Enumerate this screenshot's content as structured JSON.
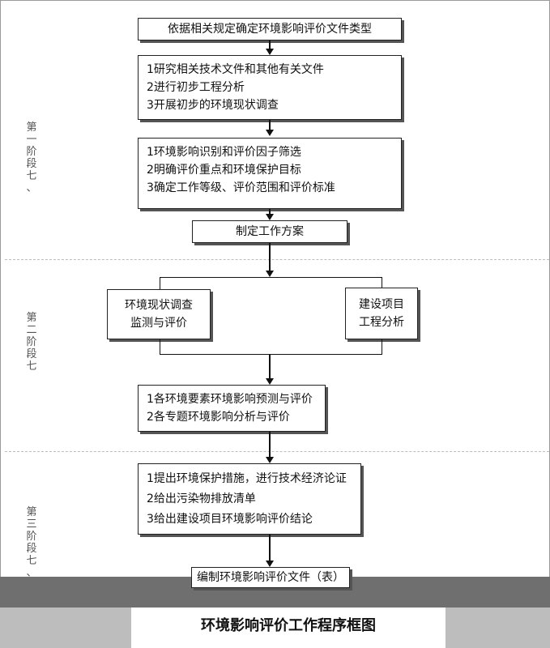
{
  "stages": {
    "stage1": "第\n一\n阶\n段\n七\n、",
    "stage2": "第\n二\n阶\n段\n七",
    "stage3": "第\n三\n阶\n段\n七\n、"
  },
  "boxes": {
    "determine_type": "依据相关规定确定环境影响评价文件类型",
    "prep_1": "1研究相关技术文件和其他有关文件",
    "prep_2": "2进行初步工程分析",
    "prep_3": "3开展初步的环境现状调查",
    "id_1": "1环境影响识别和评价因子筛选",
    "id_2": "2明确评价重点和环境保护目标",
    "id_3": "3确定工作等级、评价范围和评价标准",
    "work_plan": "制定工作方案",
    "survey_1": "环境现状调查",
    "survey_2": "监测与评价",
    "project_1": "建设项目",
    "project_2": "工程分析",
    "predict_1": "1各环境要素环境影响预测与评价",
    "predict_2": "2各专题环境影响分析与评价",
    "conclude_1": "1提出环境保护措施，进行技术经济论证",
    "conclude_2": "2给出污染物排放清单",
    "conclude_3": "3给出建设项目环境影响评价结论",
    "final": "编制环境影响评价文件（表）"
  },
  "caption": "环境影响评价工作程序框图"
}
